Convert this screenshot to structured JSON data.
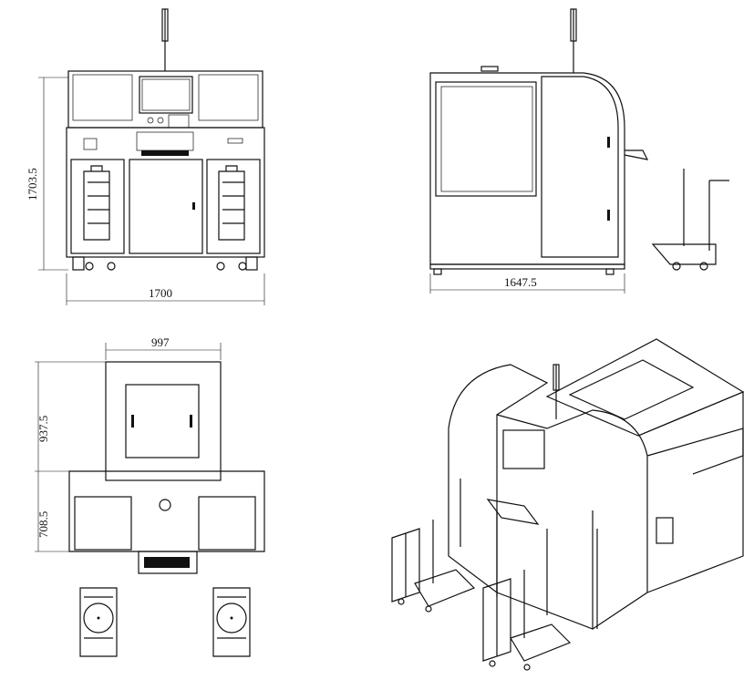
{
  "title": "Equipment layout drawing",
  "views": {
    "front": {
      "height_dim": "1703.5",
      "width_dim": "1700"
    },
    "side": {
      "depth_dim": "1647.5"
    },
    "top": {
      "width_dim": "997",
      "depth_upper_dim": "937.5",
      "depth_lower_dim": "708.5"
    },
    "isometric": {}
  },
  "colors": {
    "line": "#111111",
    "background": "#ffffff"
  }
}
